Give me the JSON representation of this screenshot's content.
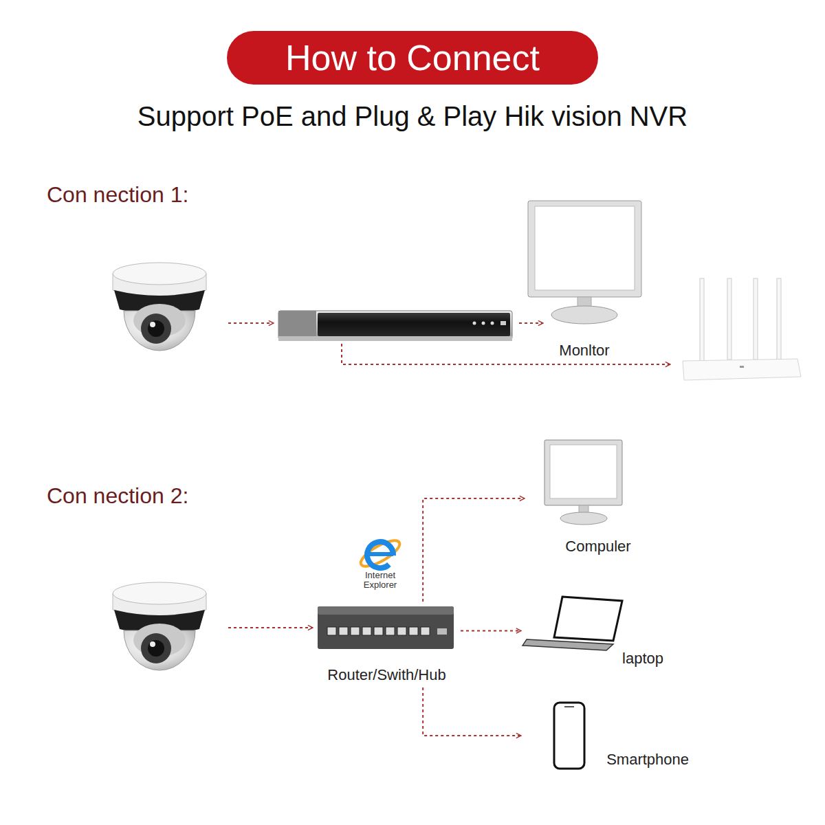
{
  "diagram": {
    "title": "How to Connect",
    "nodes": [
      {
        "text": [
          "Monltor"
        ]
      },
      {
        "text": [
          "Router/Swith/Hub"
        ]
      },
      {
        "text": [
          "Compuler"
        ]
      },
      {
        "text": [
          "laptop"
        ]
      },
      {
        "text": [
          "Smartphone"
        ]
      }
    ],
    "edges": [
      {
        "from": 1,
        "to": 2,
        "arrow": "to"
      },
      {
        "from": 1,
        "to": 3,
        "arrow": "to"
      },
      {
        "from": 1,
        "to": 4,
        "arrow": "to"
      }
    ],
    "labels": [
      "Support PoE and Plug & Play Hik vision NVR",
      "Con nection 1:",
      "Con nection 2:",
      "Internet Explorer"
    ]
  }
}
